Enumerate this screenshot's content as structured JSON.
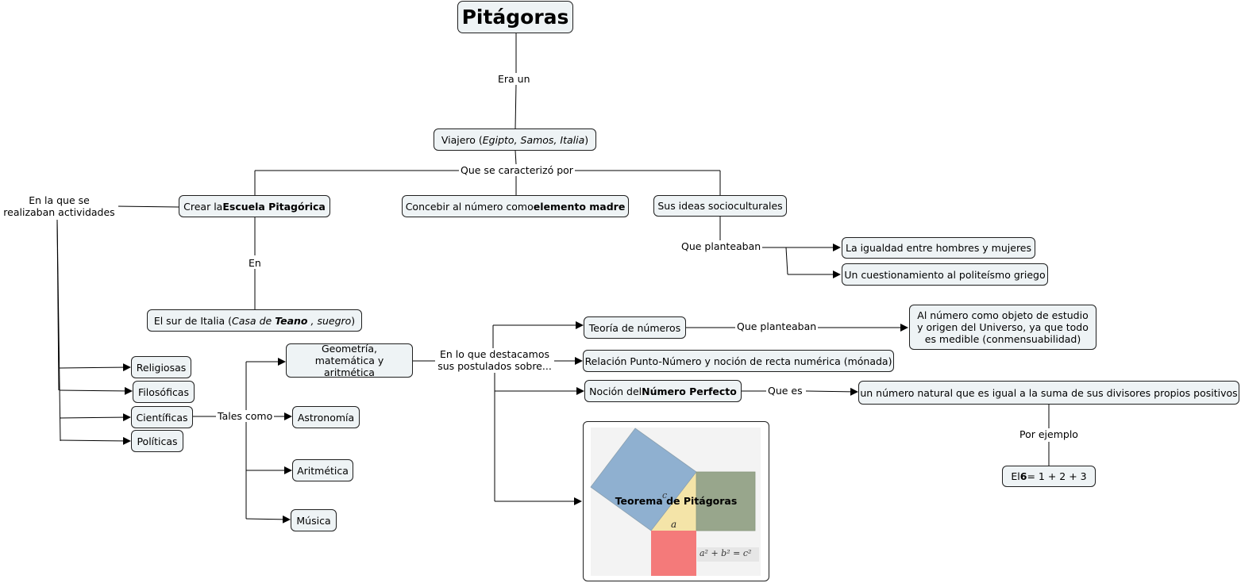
{
  "nodes": {
    "pitagoras": "Pitágoras",
    "viajero_pre": "Viajero (",
    "viajero_places": "Egipto, Samos, Italia",
    "viajero_post": " )",
    "escuela_pre": "Crear la ",
    "escuela_bold": "Escuela Pitagórica",
    "concebir_pre": "Concebir al número como ",
    "concebir_bold": "elemento madre",
    "ideas": "Sus ideas socioculturales",
    "sur_pre": "El sur de Italia (",
    "sur_casa": "Casa de ",
    "sur_teano": "Teano",
    "sur_suegro": ", suegro",
    "sur_post": " )",
    "igualdad": "La igualdad entre hombres y mujeres",
    "cuestionamiento": "Un cuestionamiento al politeísmo griego",
    "religiosas": "Religiosas",
    "filosoficas": "Filosóficas",
    "cientificas": "Científicas",
    "politicas": "Políticas",
    "geometria": "Geometría, matemática y aritmética",
    "astronomia": "Astronomía",
    "aritmetica": "Aritmética",
    "musica": "Música",
    "teoria": "Teoría de números",
    "al_numero": "Al número como objeto de estudio y origen del Universo, ya que todo es medible (conmensuabilidad)",
    "relacion": "Relación Punto-Número y noción de recta numérica (mónada)",
    "nocion_pre": "Noción del ",
    "nocion_bold": "Número Perfecto",
    "numero_natural": "un número natural que es igual a la suma de sus divisores propios positivos",
    "el6_pre": "El ",
    "el6_bold": "6",
    "el6_post": " = 1 + 2 + 3"
  },
  "labels": {
    "era_un": "Era un",
    "que_se_caracterizo": "Que se caracterizó por",
    "en_la_que": "En la que se realizaban actividades",
    "en": "En",
    "que_planteaban_1": "Que planteaban",
    "tales_como": "Tales como",
    "en_lo_que": "En lo que destacamos sus postulados sobre...",
    "que_planteaban_2": "Que planteaban",
    "que_es": "Que es",
    "por_ejemplo": "Por ejemplo"
  },
  "image": {
    "title": "Teorema de Pitágoras",
    "label_a": "a",
    "label_c": "c",
    "formula": "a² + b² = c²",
    "colors": {
      "hypotenuse_square": "#8fb0d0",
      "leg_b_square": "#98a68c",
      "leg_a_square": "#f47a7a",
      "triangle": "#f4e4a8",
      "background": "#f3f3f3"
    }
  }
}
